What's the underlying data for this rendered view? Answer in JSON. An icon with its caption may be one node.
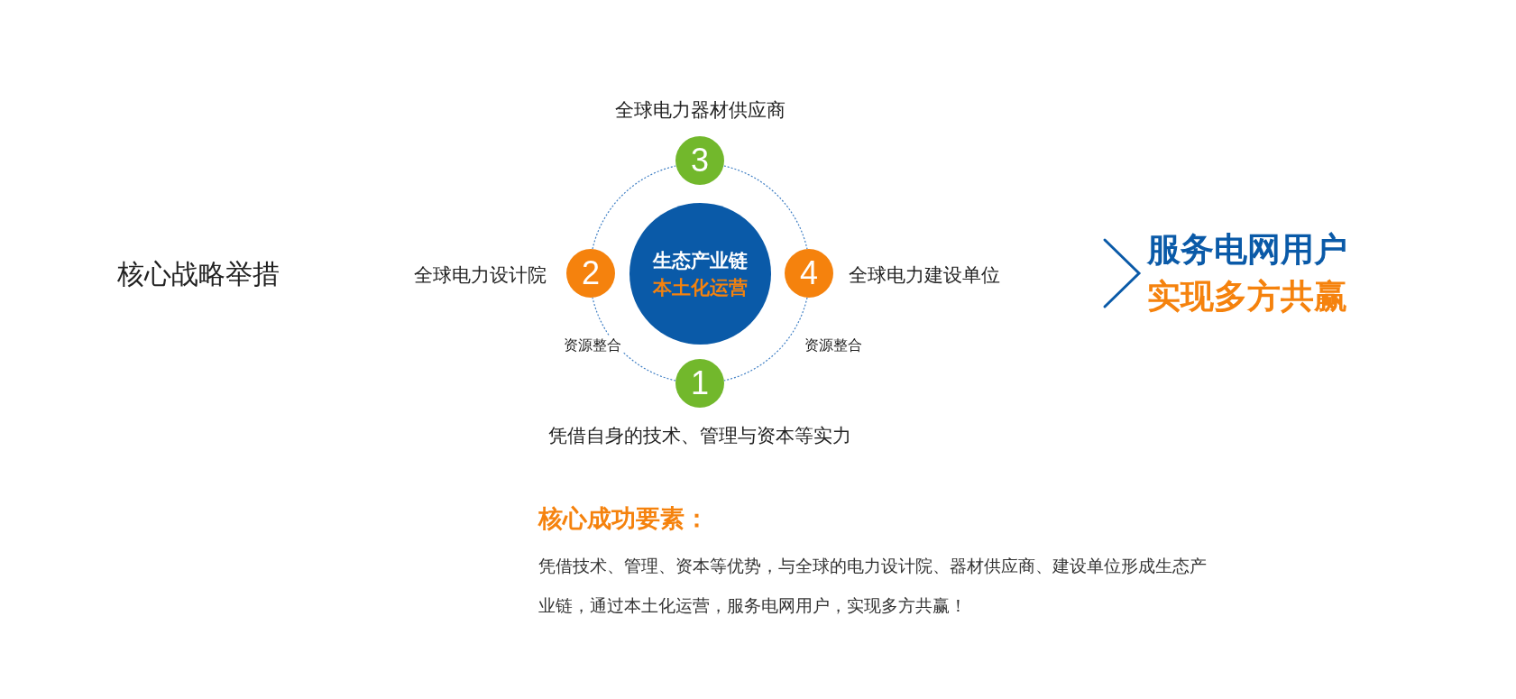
{
  "diagram": {
    "nodes": [
      {
        "text": [
          "生态产业链",
          "本土化运营"
        ]
      },
      {
        "text": [
          "3"
        ],
        "beside": [
          "全球电力器材供应商"
        ]
      },
      {
        "text": [
          "2"
        ],
        "beside": [
          "全球电力设计院"
        ]
      },
      {
        "text": [
          "4"
        ],
        "beside": [
          "全球电力建设单位"
        ]
      },
      {
        "text": [
          "1"
        ],
        "beside": [
          "凭借自身的技术、管理与资本等实力"
        ]
      },
      {
        "text": [
          "服务电网用户",
          "实现多方共赢"
        ]
      }
    ],
    "edges": [
      {
        "from": 1,
        "to": 3,
        "arrow": "none",
        "style": "dashed"
      },
      {
        "from": 3,
        "to": 4,
        "arrow": "none",
        "style": "dashed",
        "label": "资源整合"
      },
      {
        "from": 4,
        "to": 2,
        "arrow": "none",
        "style": "dashed",
        "label": "资源整合"
      },
      {
        "from": 2,
        "to": 1,
        "arrow": "none",
        "style": "dashed"
      },
      {
        "from": null,
        "to": 5,
        "arrow": "to"
      }
    ],
    "labels": [
      "核心战略举措",
      "核心成功要素：",
      "凭借技术、管理、资本等优势，与全球的电力设计院、器材供应商、建设单位形成生态产业链，通过本土化运营，服务电网用户，实现多方共赢！"
    ]
  }
}
